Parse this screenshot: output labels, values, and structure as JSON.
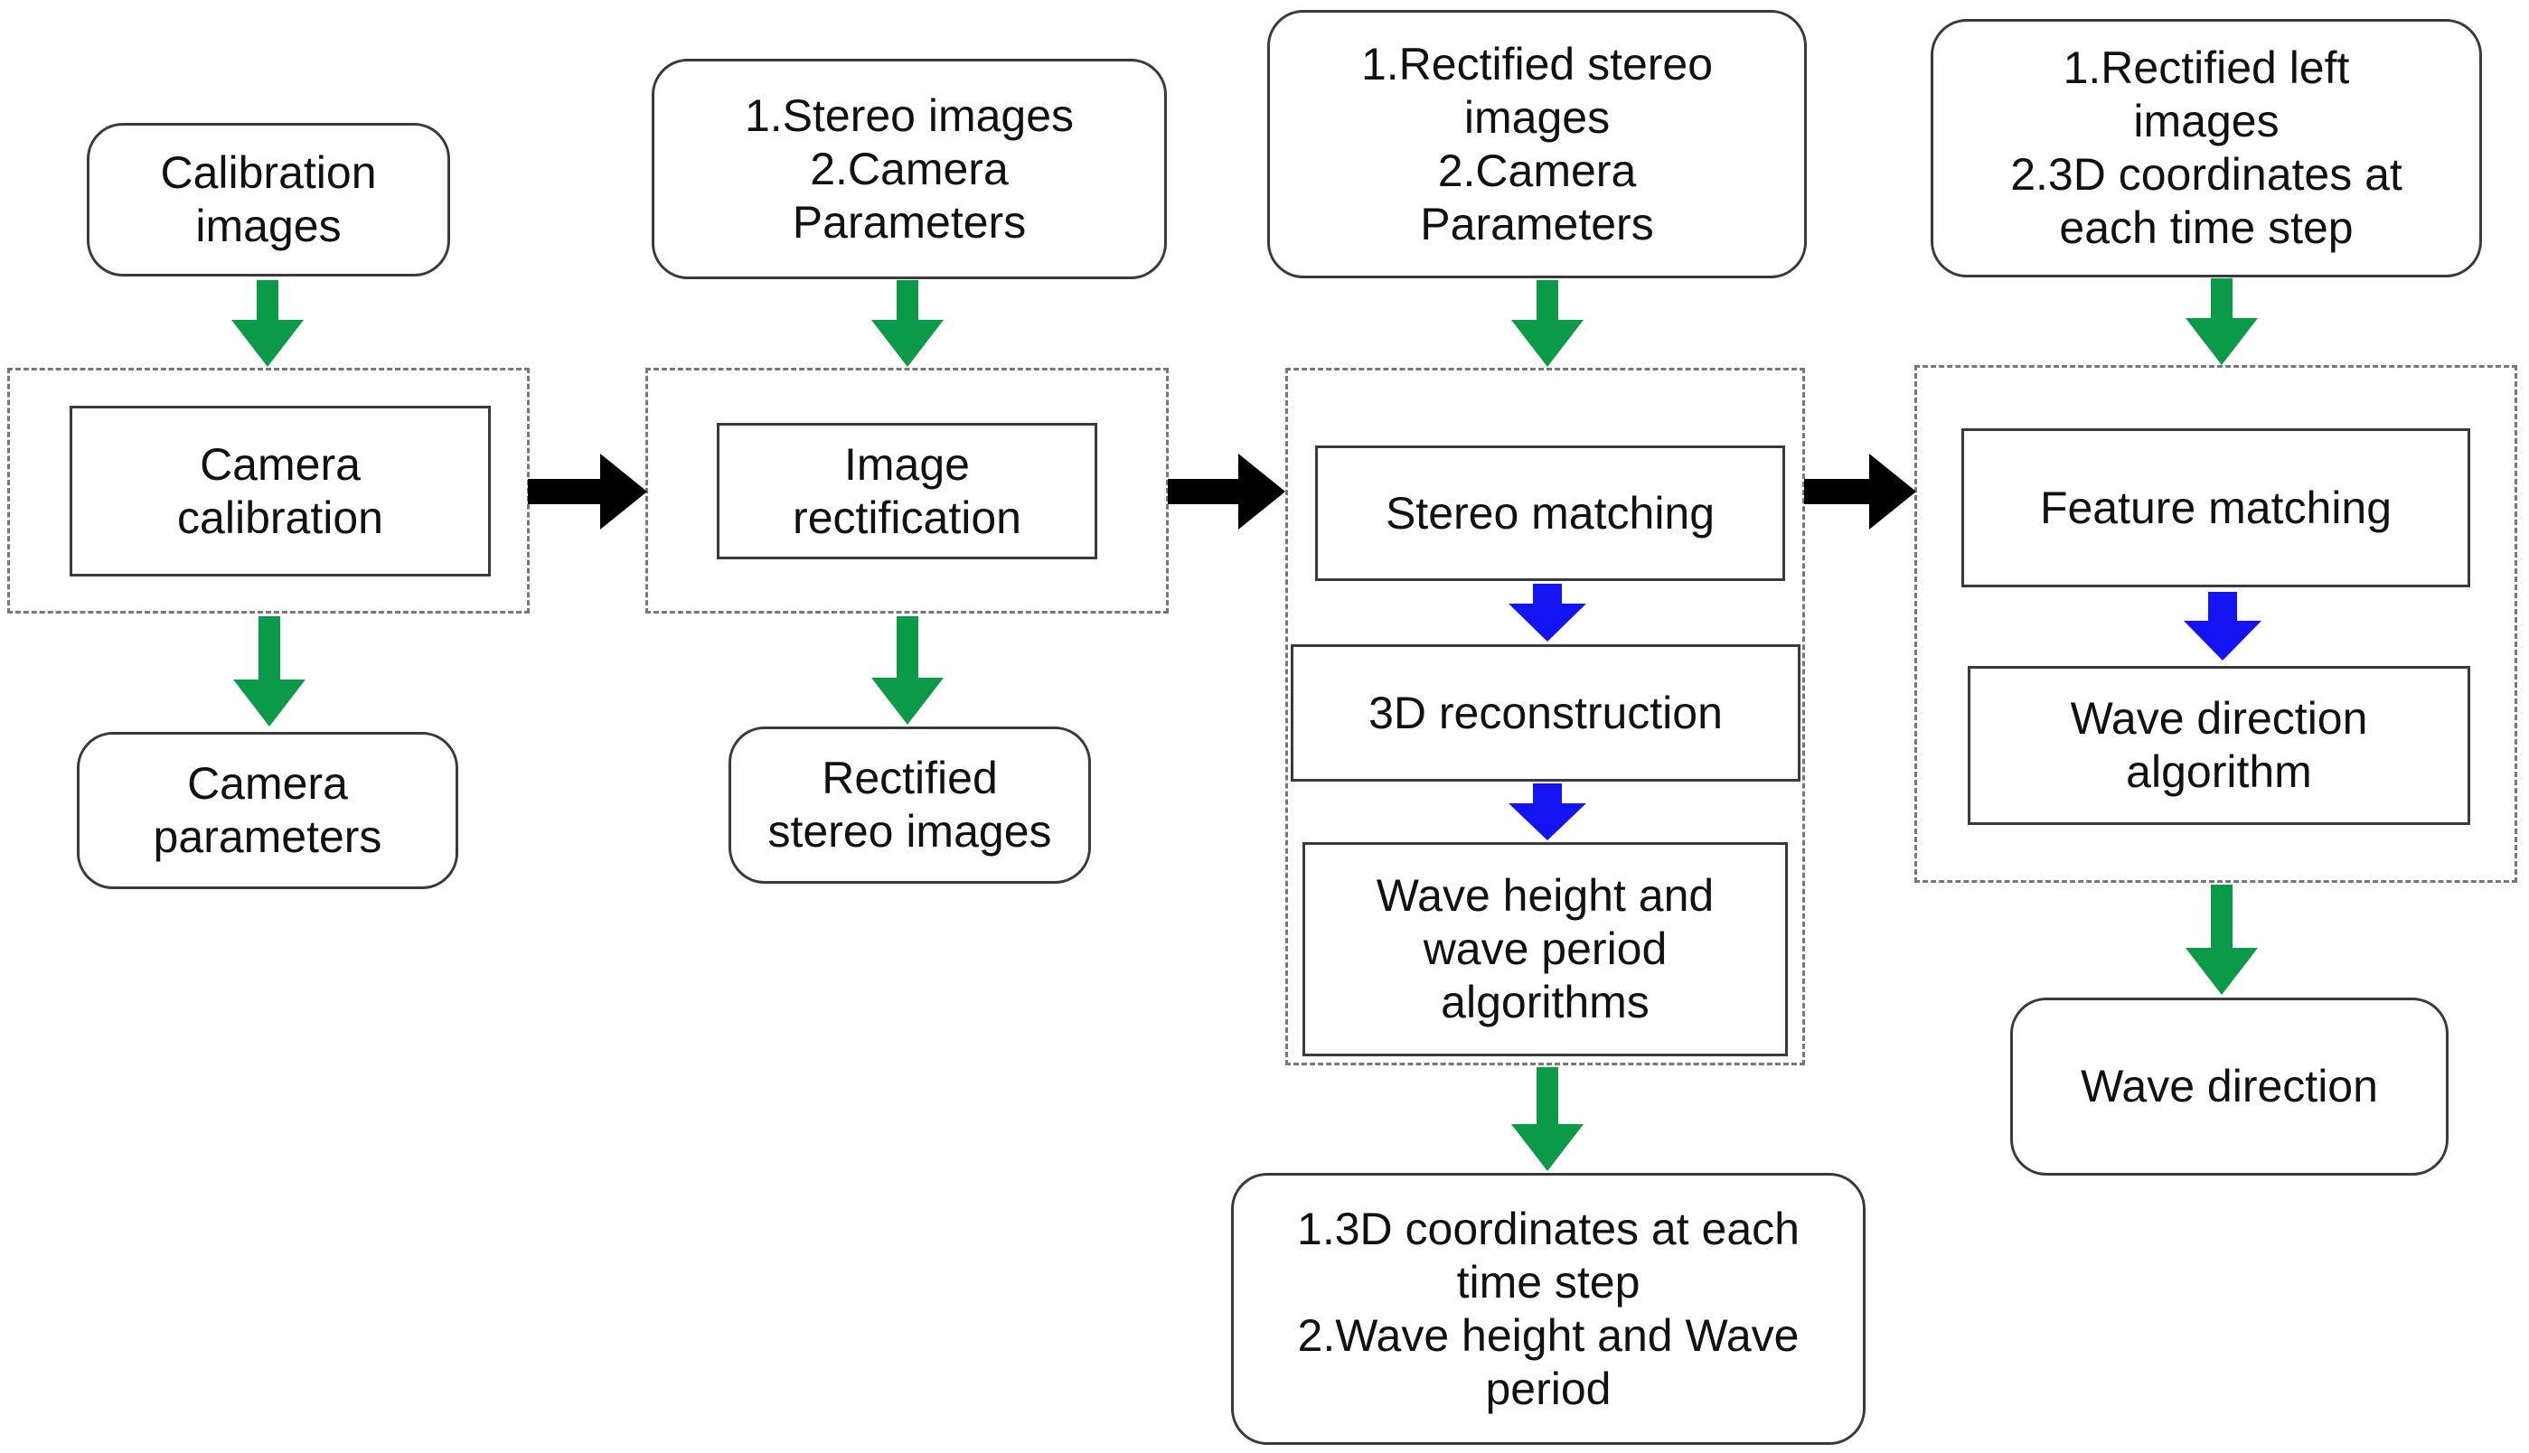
{
  "colors": {
    "green_arrow": "#0b9a48",
    "blue_arrow": "#1414f2",
    "black_arrow": "#000000",
    "box_border": "#3a3a3a",
    "dashed_border": "#777777"
  },
  "stages": [
    {
      "input": "Calibration\nimages",
      "steps": [
        "Camera\ncalibration"
      ],
      "output": "Camera\nparameters"
    },
    {
      "input": "1.Stereo images\n2.Camera\nParameters",
      "steps": [
        "Image\nrectification"
      ],
      "output": "Rectified\nstereo images"
    },
    {
      "input": "1.Rectified stereo\nimages\n2.Camera\nParameters",
      "steps": [
        "Stereo matching",
        "3D reconstruction",
        "Wave height and\nwave period\nalgorithms"
      ],
      "output": "1.3D coordinates at each\ntime step\n2.Wave height and Wave\nperiod"
    },
    {
      "input": "1.Rectified left\nimages\n2.3D coordinates at\neach time step",
      "steps": [
        "Feature matching",
        "Wave direction\nalgorithm"
      ],
      "output": "Wave direction"
    }
  ]
}
